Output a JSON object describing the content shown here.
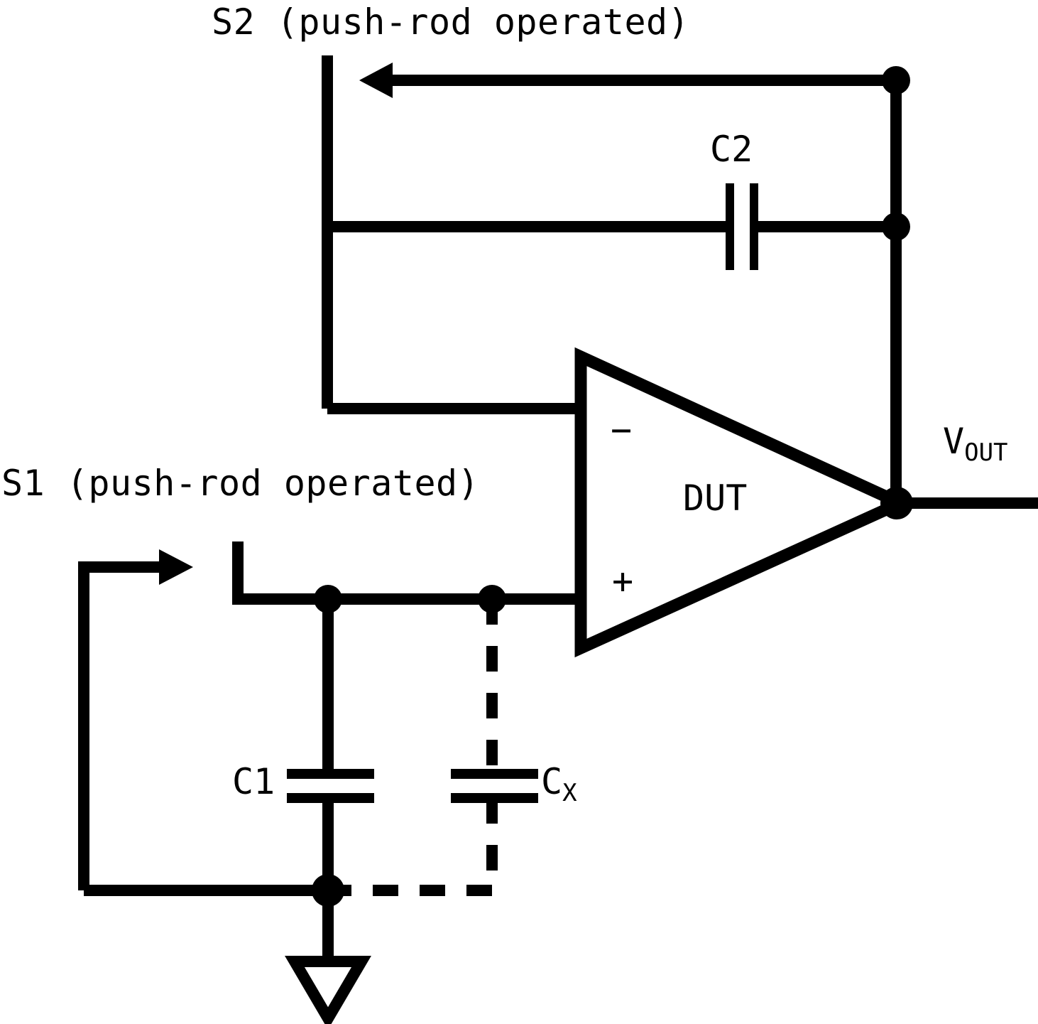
{
  "diagram": {
    "title": "Switched-capacitor charge-transfer DUT test circuit",
    "background_color": "#ffffff",
    "line_color": "#000000"
  },
  "labels": {
    "switch_s2": "S2 (push-rod operated)",
    "switch_s1": "S1 (push-rod operated)",
    "cap_c2": "C2",
    "cap_c1": "C1",
    "cap_cx_base": "C",
    "cap_cx_sub": "X",
    "amplifier": "DUT",
    "inverting_input": "−",
    "noninverting_input": "+",
    "output_base": "V",
    "output_sub": "OUT"
  },
  "components": [
    {
      "id": "S2",
      "type": "switch",
      "label": "S2 (push-rod operated)",
      "actuation": "push-rod operated"
    },
    {
      "id": "S1",
      "type": "switch",
      "label": "S1 (push-rod operated)",
      "actuation": "push-rod operated"
    },
    {
      "id": "C2",
      "type": "capacitor",
      "label": "C2",
      "style": "solid"
    },
    {
      "id": "C1",
      "type": "capacitor",
      "label": "C1",
      "style": "solid"
    },
    {
      "id": "CX",
      "type": "capacitor",
      "label": "CX",
      "style": "dashed"
    },
    {
      "id": "DUT",
      "type": "op-amp",
      "label": "DUT",
      "pins": [
        "-",
        "+",
        "VOUT"
      ]
    },
    {
      "id": "GND",
      "type": "ground",
      "label": ""
    }
  ],
  "nets": [
    {
      "name": "inverting-node",
      "members": [
        "S2",
        "C2",
        "DUT-minus"
      ]
    },
    {
      "name": "output-node",
      "members": [
        "DUT-out",
        "C2",
        "S2",
        "VOUT"
      ]
    },
    {
      "name": "noninverting-node",
      "members": [
        "S1",
        "C1",
        "CX",
        "DUT-plus"
      ]
    },
    {
      "name": "ground-node",
      "members": [
        "C1",
        "CX",
        "S1",
        "GND"
      ]
    }
  ]
}
